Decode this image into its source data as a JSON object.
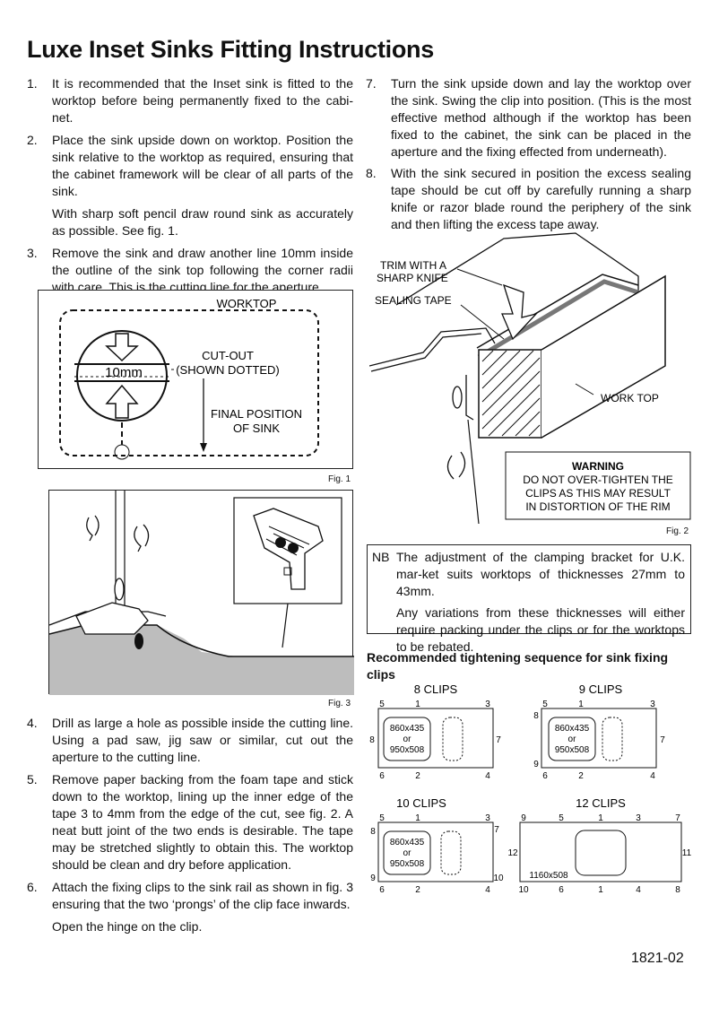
{
  "title": "Luxe Inset Sinks Fitting Instructions",
  "left_steps": [
    {
      "num": "1.",
      "text": "It is recommended that the Inset sink is fitted to the worktop before being permanently fixed to the cabi-net."
    },
    {
      "num": "2.",
      "text": "Place the sink upside down on worktop. Position the sink relative to the worktop as required, ensuring that the cabinet framework will be clear of all parts of the sink."
    },
    {
      "num": "",
      "text": "With sharp soft pencil draw round sink as accurately as possible. See fig. 1."
    },
    {
      "num": "3.",
      "text": "Remove the sink and draw another line 10mm inside the outline of the sink top following the corner radii with care. This is the cutting line for the aperture."
    }
  ],
  "fig1": {
    "label": "Fig. 1",
    "worktop": "WORKTOP",
    "dim": "10mm",
    "cutout_1": "CUT-OUT",
    "cutout_2": "(SHOWN DOTTED)",
    "final_1": "FINAL POSITION",
    "final_2": "OF SINK"
  },
  "fig3": {
    "label": "Fig. 3"
  },
  "lower_steps": [
    {
      "num": "4.",
      "text": "Drill as large a hole as possible inside the cutting line. Using a pad saw, jig saw or similar, cut out the aperture to the cutting line."
    },
    {
      "num": "5.",
      "text": "Remove paper backing from the foam tape and stick down to the worktop, lining up the inner edge of the tape 3 to 4mm from the edge of the cut, see fig. 2. A neat butt joint of the two ends is desirable. The tape may be stretched slightly to obtain this. The worktop should be clean and dry before application."
    },
    {
      "num": "6.",
      "text": "Attach the fixing clips to the sink rail as shown in fig. 3 ensuring that the two ‘prongs’ of the clip face inwards."
    },
    {
      "num": "",
      "text": "Open the hinge on the clip."
    }
  ],
  "right_steps": [
    {
      "num": "7.",
      "text": "Turn the sink upside down and lay the worktop over the sink. Swing the clip into position. (This is the most effective method although if the worktop has been fixed to the cabinet, the sink can be placed in the aperture and the fixing effected from underneath)."
    },
    {
      "num": "8.",
      "text": "With the sink secured in position the excess sealing tape should be cut off by carefully running a sharp knife or razor blade round the periphery of the sink and then lifting the excess tape away."
    }
  ],
  "fig2": {
    "label": "Fig. 2",
    "trim_1": "TRIM WITH A",
    "trim_2": "SHARP KNIFE",
    "sealing": "SEALING TAPE",
    "worktop": "WORK TOP",
    "warning_title": "WARNING",
    "warning_1": "DO NOT OVER-TIGHTEN THE",
    "warning_2": "CLIPS AS THIS MAY RESULT",
    "warning_3": "IN DISTORTION OF THE RIM"
  },
  "nb": {
    "label": "NB",
    "line1": "The adjustment of the clamping bracket for U.K. mar-ket suits worktops of thicknesses 27mm to 43mm.",
    "line2": "Any variations from these thicknesses will either require packing under the clips or for the worktops to be rebated."
  },
  "sequence_title": "Recommended tightening sequence for sink fixing clips",
  "sequences": {
    "c8": {
      "title": "8 CLIPS",
      "s1": "860x435",
      "s2": "or",
      "s3": "950x508",
      "n": [
        "5",
        "1",
        "3",
        "8",
        "7",
        "6",
        "2",
        "4"
      ]
    },
    "c9": {
      "title": "9 CLIPS",
      "s1": "860x435",
      "s2": "or",
      "s3": "950x508",
      "n": [
        "5",
        "1",
        "3",
        "8",
        "7",
        "9",
        "6",
        "2",
        "4"
      ]
    },
    "c10": {
      "title": "10 CLIPS",
      "s1": "860x435",
      "s2": "or",
      "s3": "950x508",
      "n": [
        "5",
        "1",
        "3",
        "8",
        "7",
        "9",
        "10",
        "6",
        "2",
        "4"
      ]
    },
    "c12": {
      "title": "12 CLIPS",
      "s1": "1160x508",
      "n": [
        "9",
        "5",
        "1",
        "3",
        "7",
        "12",
        "11",
        "10",
        "6",
        "1",
        "4",
        "8"
      ]
    }
  },
  "doc_number": "1821-02"
}
